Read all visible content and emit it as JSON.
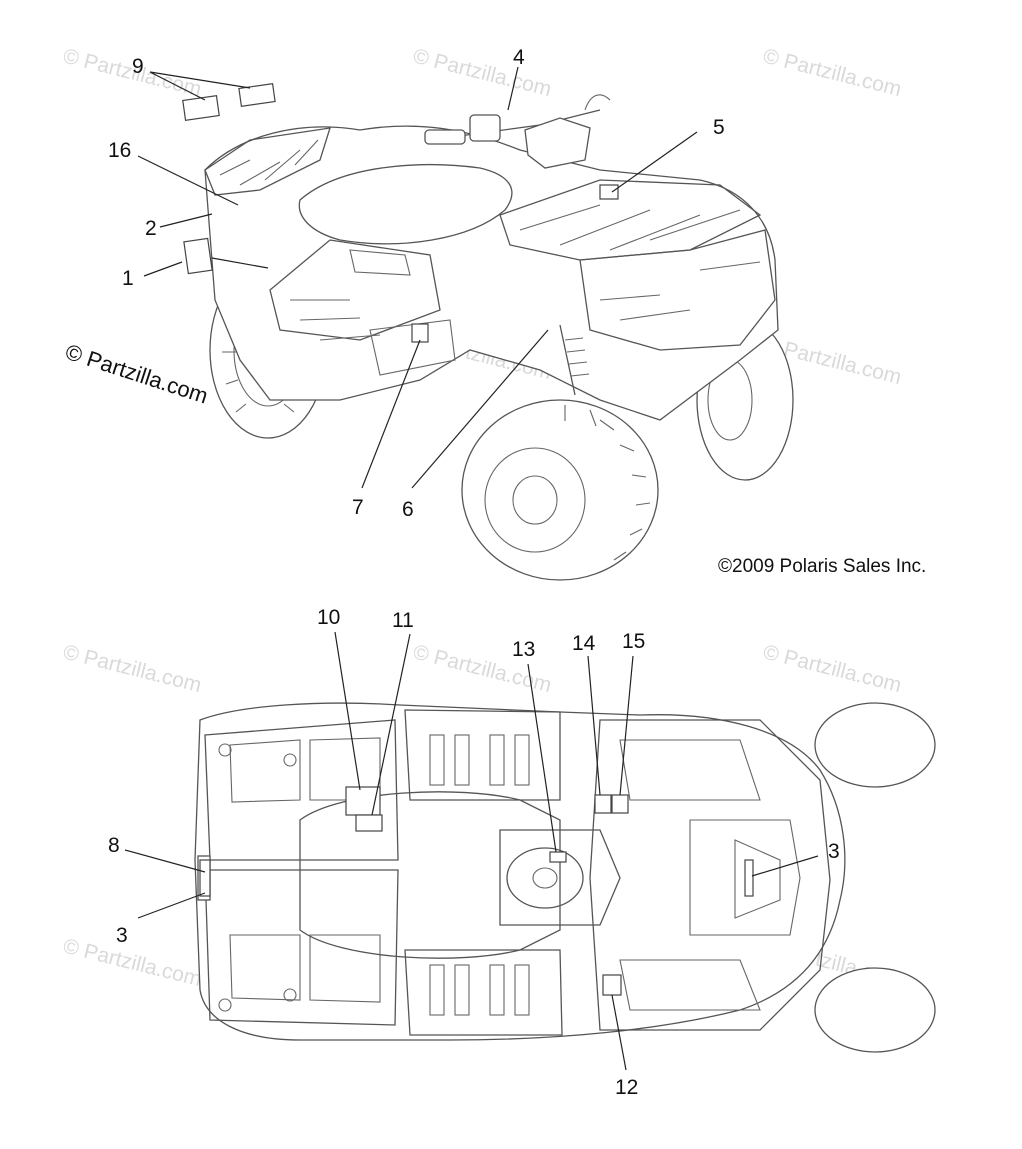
{
  "watermarks": {
    "text": "© Partzilla.com",
    "side_mark": "© Partzilla.com"
  },
  "copyright": "©2009 Polaris Sales Inc.",
  "callouts": {
    "c1": "1",
    "c2": "2",
    "c3a": "3",
    "c3b": "3",
    "c4": "4",
    "c5": "5",
    "c6": "6",
    "c7": "7",
    "c8": "8",
    "c9": "9",
    "c10": "10",
    "c11": "11",
    "c12": "12",
    "c13": "13",
    "c14": "14",
    "c15": "15",
    "c16": "16"
  }
}
